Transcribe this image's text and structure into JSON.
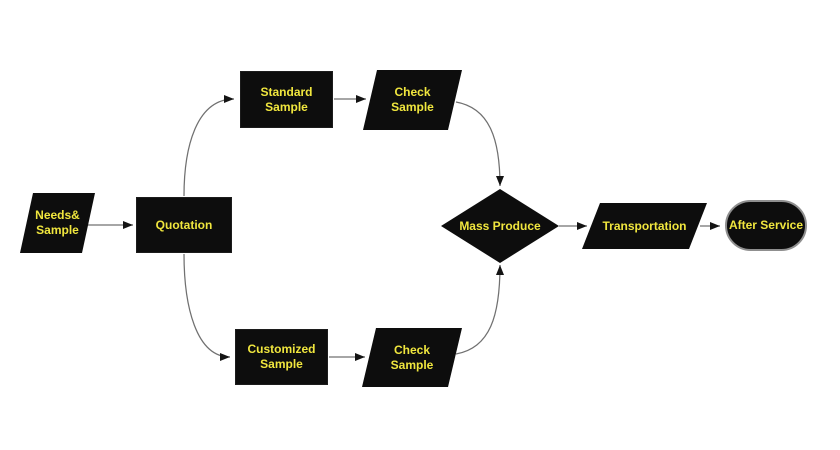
{
  "diagram": {
    "background_color": "#ffffff",
    "node_fill_color": "#0d0d0d",
    "label_color": "#f0e63e",
    "connector_color": "#707070",
    "arrowhead_color": "#141414",
    "terminator_border_color": "#8f8f8f",
    "nodes": [
      {
        "id": "needs-sample",
        "shape": "parallelogram",
        "label": "Needs&\nSample"
      },
      {
        "id": "quotation",
        "shape": "rectangle",
        "label": "Quotation"
      },
      {
        "id": "standard-sample",
        "shape": "rectangle",
        "label": "Standard\nSample"
      },
      {
        "id": "check-sample-top",
        "shape": "parallelogram",
        "label": "Check\nSample"
      },
      {
        "id": "customized-sample",
        "shape": "rectangle",
        "label": "Customized\nSample"
      },
      {
        "id": "check-sample-bottom",
        "shape": "parallelogram",
        "label": "Check\nSample"
      },
      {
        "id": "mass-produce",
        "shape": "diamond",
        "label": "Mass Produce"
      },
      {
        "id": "transportation",
        "shape": "parallelogram",
        "label": "Transportation"
      },
      {
        "id": "after-service",
        "shape": "terminator",
        "label": "After Service"
      }
    ],
    "edges": [
      {
        "from": "needs-sample",
        "to": "quotation"
      },
      {
        "from": "quotation",
        "to": "standard-sample"
      },
      {
        "from": "standard-sample",
        "to": "check-sample-top"
      },
      {
        "from": "check-sample-top",
        "to": "mass-produce"
      },
      {
        "from": "quotation",
        "to": "customized-sample"
      },
      {
        "from": "customized-sample",
        "to": "check-sample-bottom"
      },
      {
        "from": "check-sample-bottom",
        "to": "mass-produce"
      },
      {
        "from": "mass-produce",
        "to": "transportation"
      },
      {
        "from": "transportation",
        "to": "after-service"
      }
    ]
  }
}
